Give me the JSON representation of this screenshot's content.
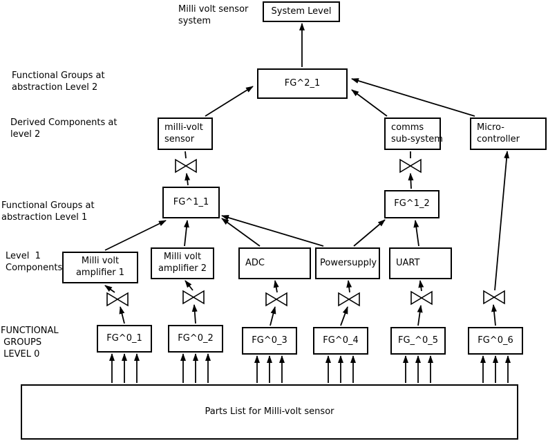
{
  "diagram": {
    "annotations": {
      "system_title": "Milli volt sensor\nsystem",
      "level2_groups": "Functional Groups at\nabstraction Level 2",
      "derived_level2": "Derived Components at\nlevel 2",
      "level1_groups": "Functional Groups at\nabstraction Level 1",
      "level1_components": "Level  1\nComponents",
      "level0_groups": "FUNCTIONAL\n GROUPS\n LEVEL 0"
    },
    "nodes": {
      "system_level": "System Level",
      "fg2_1": "FG^2_1",
      "mv_sensor": "milli-volt\nsensor",
      "comms_subsystem": "comms\nsub-system",
      "micro_controller": "Micro-\ncontroller",
      "fg1_1": "FG^1_1",
      "fg1_2": "FG^1_2",
      "amp1": "Milli volt\namplifier 1",
      "amp2": "Milli volt\namplifier 2",
      "adc": "ADC",
      "powersupply": "Powersupply",
      "uart": "UART",
      "fg0_1": "FG^0_1",
      "fg0_2": "FG^0_2",
      "fg0_3": "FG^0_3",
      "fg0_4": "FG^0_4",
      "fg0_5": "FG_^0_5",
      "fg0_6": "FG^0_6",
      "parts_list": "Parts List for Milli-volt sensor"
    },
    "colors": {
      "line": "#000000",
      "box_background": "#ffffff",
      "background": "#ffffff"
    }
  }
}
